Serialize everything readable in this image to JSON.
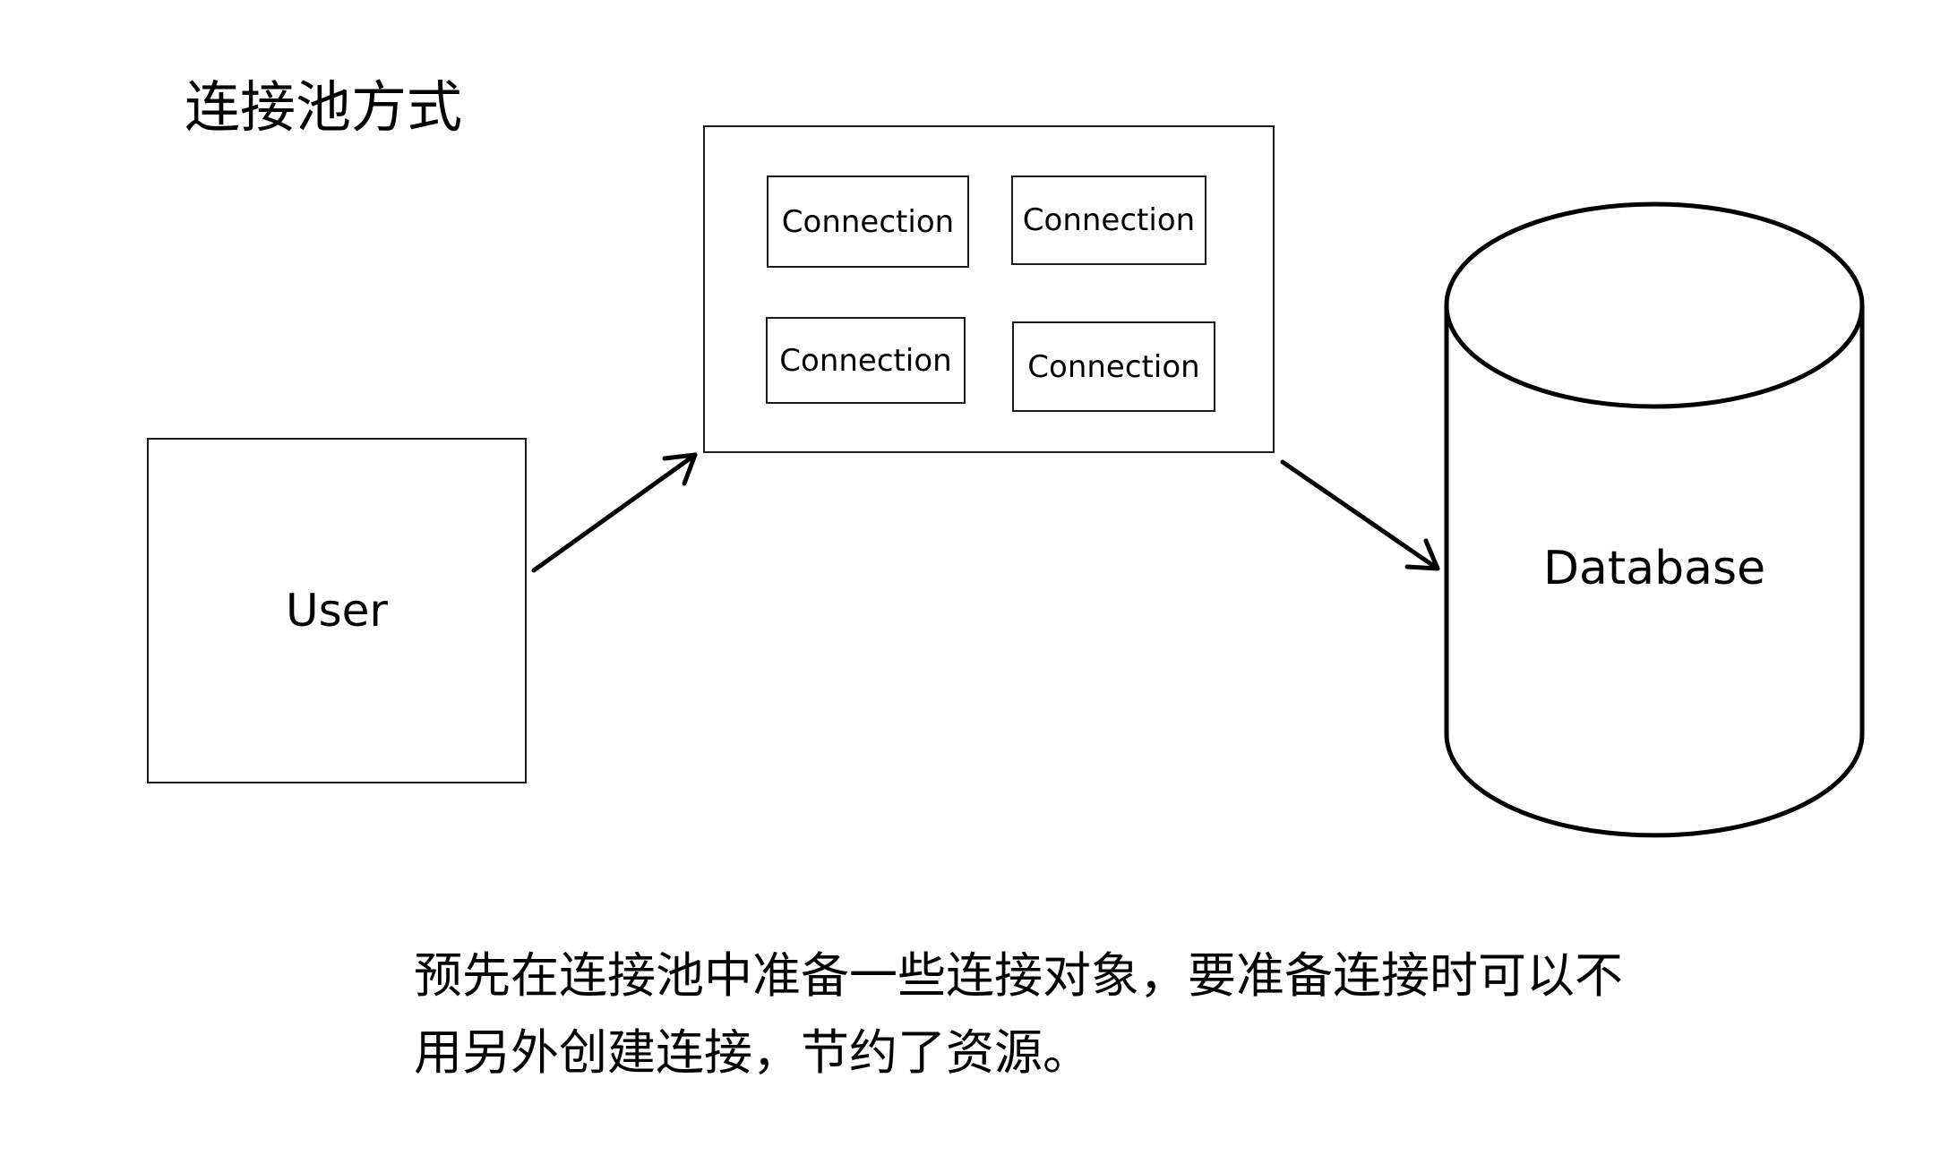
{
  "title": "连接池方式",
  "nodes": {
    "user": {
      "label": "User"
    },
    "pool": {
      "connections": [
        {
          "label": "Connection"
        },
        {
          "label": "Connection"
        },
        {
          "label": "Connection"
        },
        {
          "label": "Connection"
        }
      ]
    },
    "database": {
      "label": "Database"
    }
  },
  "edges": [
    {
      "from": "user",
      "to": "pool"
    },
    {
      "from": "pool",
      "to": "database"
    }
  ],
  "description": {
    "line1": "预先在连接池中准备一些连接对象，要准备连接时可以不",
    "line2": "用另外创建连接，节约了资源。"
  },
  "colors": {
    "stroke": "#000000",
    "background": "#ffffff"
  }
}
